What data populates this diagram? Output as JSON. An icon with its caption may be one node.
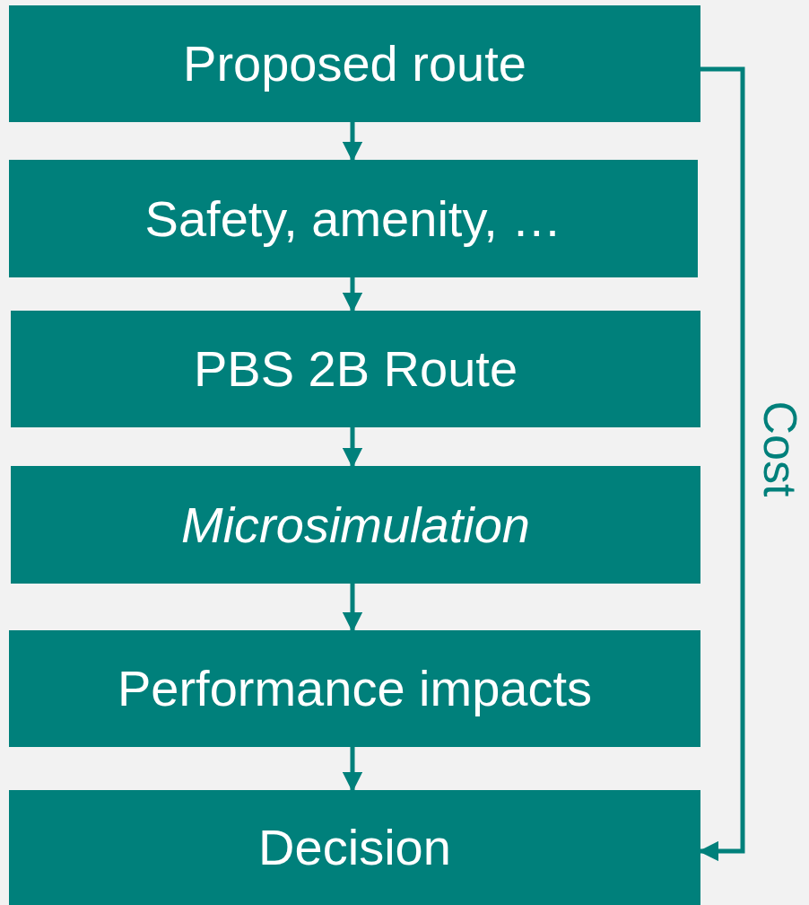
{
  "diagram": {
    "nodes": [
      {
        "text": [
          "Proposed route"
        ]
      },
      {
        "text": [
          "Safety, amenity, …"
        ]
      },
      {
        "text": [
          "PBS 2B Route"
        ]
      },
      {
        "text": [
          "Microsimulation"
        ]
      },
      {
        "text": [
          "Performance impacts"
        ]
      },
      {
        "text": [
          "Decision"
        ]
      }
    ],
    "edges": [
      {
        "from": 0,
        "to": 1,
        "arrow": "to"
      },
      {
        "from": 1,
        "to": 2,
        "arrow": "to"
      },
      {
        "from": 2,
        "to": 3,
        "arrow": "to"
      },
      {
        "from": 3,
        "to": 4,
        "arrow": "to"
      },
      {
        "from": 4,
        "to": 5,
        "arrow": "to"
      },
      {
        "from": 0,
        "to": 5,
        "arrow": "to",
        "label": "Cost"
      }
    ]
  }
}
